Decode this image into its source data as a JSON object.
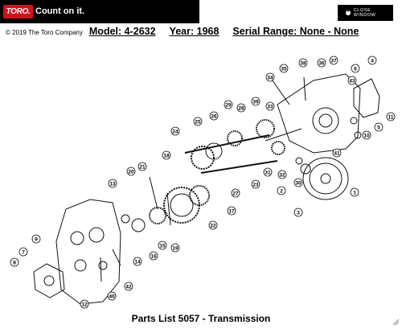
{
  "header": {
    "logo_text": "TORO.",
    "tagline": "Count on it.",
    "close_label": "CLOSE WINDOW"
  },
  "info": {
    "copyright": "© 2019 The Toro Company",
    "model": "Model: 4-2632",
    "year": "Year: 1968",
    "serial_range": "Serial Range: None - None"
  },
  "diagram": {
    "callouts": [
      "1",
      "2",
      "3",
      "4",
      "5",
      "6",
      "7",
      "8",
      "9",
      "10",
      "11",
      "12",
      "13",
      "14",
      "15",
      "16",
      "17",
      "18",
      "19",
      "20",
      "21",
      "22",
      "23",
      "24",
      "25",
      "26",
      "27",
      "28",
      "29",
      "30",
      "31",
      "32",
      "33",
      "34",
      "35",
      "36",
      "37",
      "38",
      "39",
      "40",
      "41",
      "42",
      "43"
    ]
  },
  "caption": "Parts List 5057 - Transmission",
  "colors": {
    "header_bg": "#000000",
    "brand_red": "#d0121b",
    "line": "#111111"
  }
}
